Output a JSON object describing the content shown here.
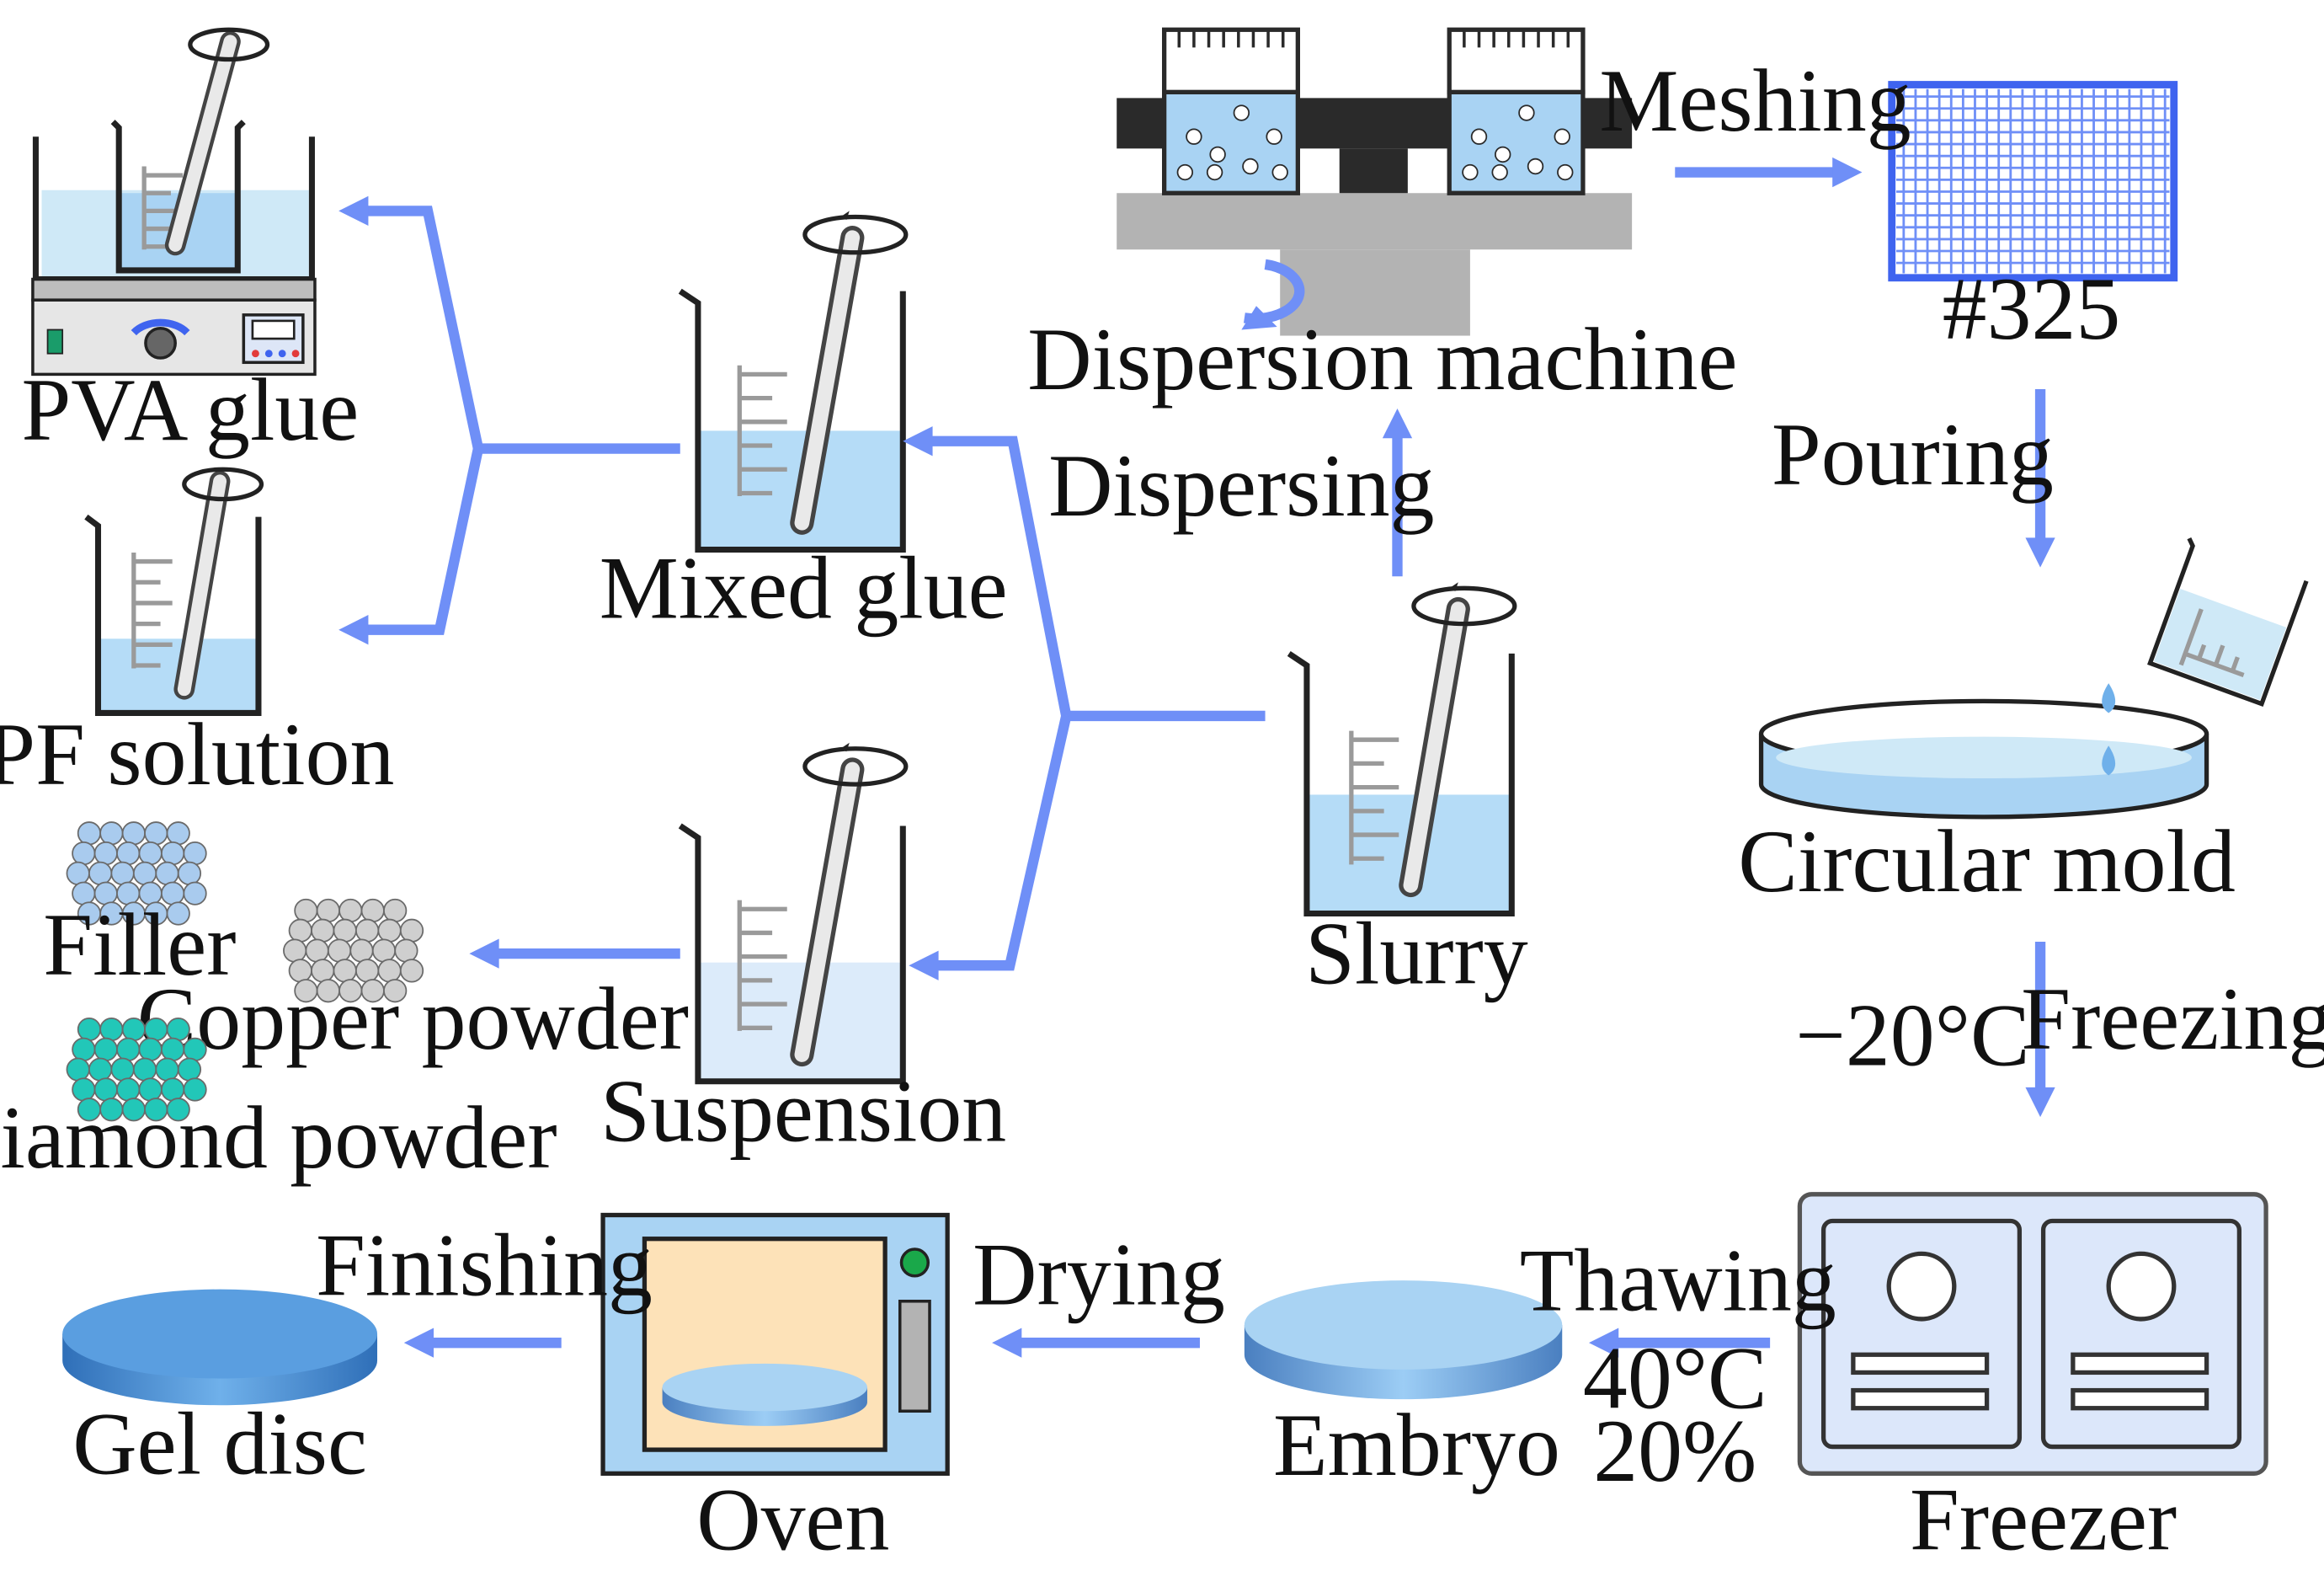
{
  "labels": {
    "pva_glue": "PVA glue",
    "pf_solution": "PF solution",
    "filler": "Filler",
    "copper_powder": "Copper powder",
    "diamond_powder": "Diamond powder",
    "mixed_glue": "Mixed glue",
    "suspension": "Suspension",
    "slurry": "Slurry",
    "dispersion_machine": "Dispersion machine",
    "dispersing": "Dispersing",
    "meshing": "Meshing",
    "mesh_size": "#325",
    "pouring": "Pouring",
    "circular_mold": "Circular mold",
    "freezing": "Freezing",
    "freeze_temp": "−20°C",
    "freezer": "Freezer",
    "thawing": "Thawing",
    "thaw_temp": "40°C",
    "thaw_humidity": "20%",
    "embryo": "Embryo",
    "drying": "Drying",
    "oven": "Oven",
    "finishing": "Finishing",
    "gel_disc": "Gel disc"
  },
  "colors": {
    "arrow": "#6f8ff7",
    "liquid": "#b5dcf7",
    "filler_particle": "#a9cbee",
    "copper_particle": "#cfcfcf",
    "diamond_particle": "#22c7b8",
    "mesh": "#3f64ef",
    "oven_chamber": "#fde2b8",
    "freezer_body": "#dce7fa"
  }
}
